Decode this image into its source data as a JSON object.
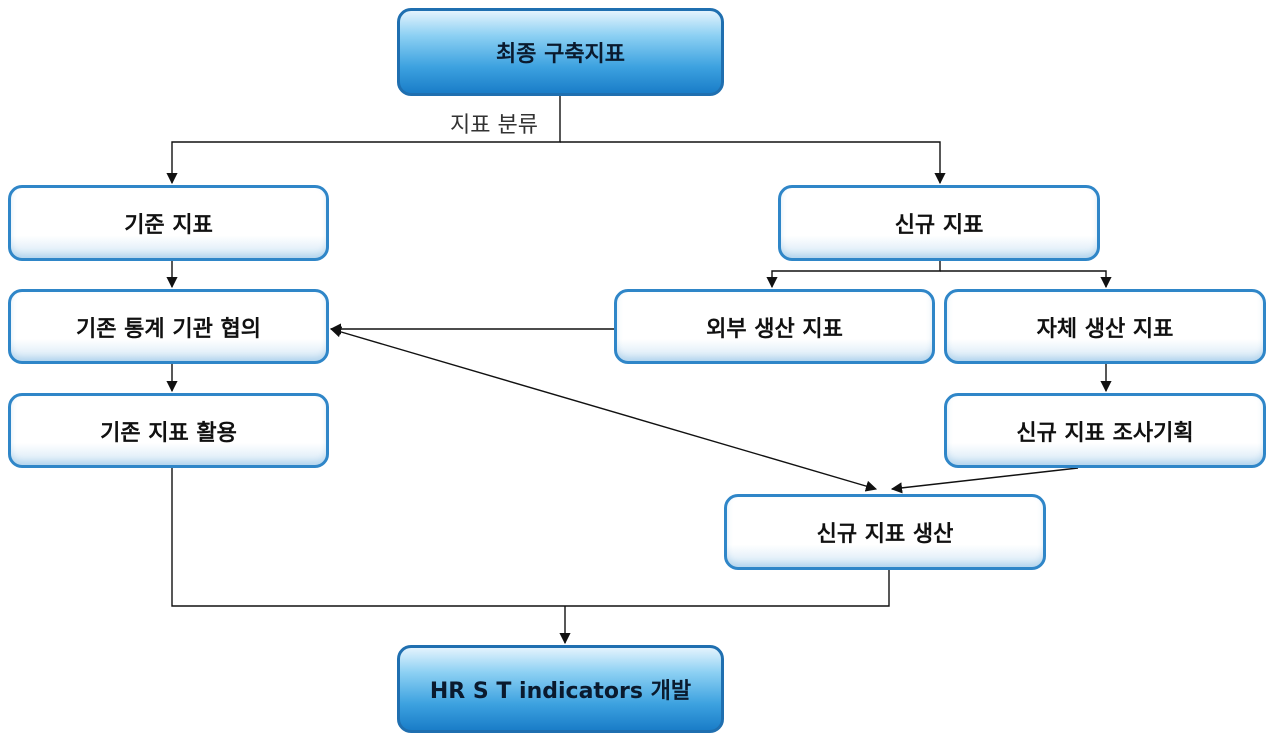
{
  "nodes": {
    "final_indicators": "최종 구축지표",
    "existing_indicators": "기준 지표",
    "new_indicators": "신규 지표",
    "existing_stats_consult": "기존 통계 기관 협의",
    "external_indicators": "외부 생산 지표",
    "internal_indicators": "자체 생산 지표",
    "existing_usage": "기존 지표 활용",
    "new_survey_plan": "신규 지표 조사기획",
    "new_production": "신규 지표 생산",
    "hrst_development": "HR S T indicators 개발"
  },
  "edge_labels": {
    "classification": "지표 분류"
  },
  "colors": {
    "node_border": "#2f86c8",
    "highlight_fill": "#3da2e0",
    "line": "#111111"
  }
}
